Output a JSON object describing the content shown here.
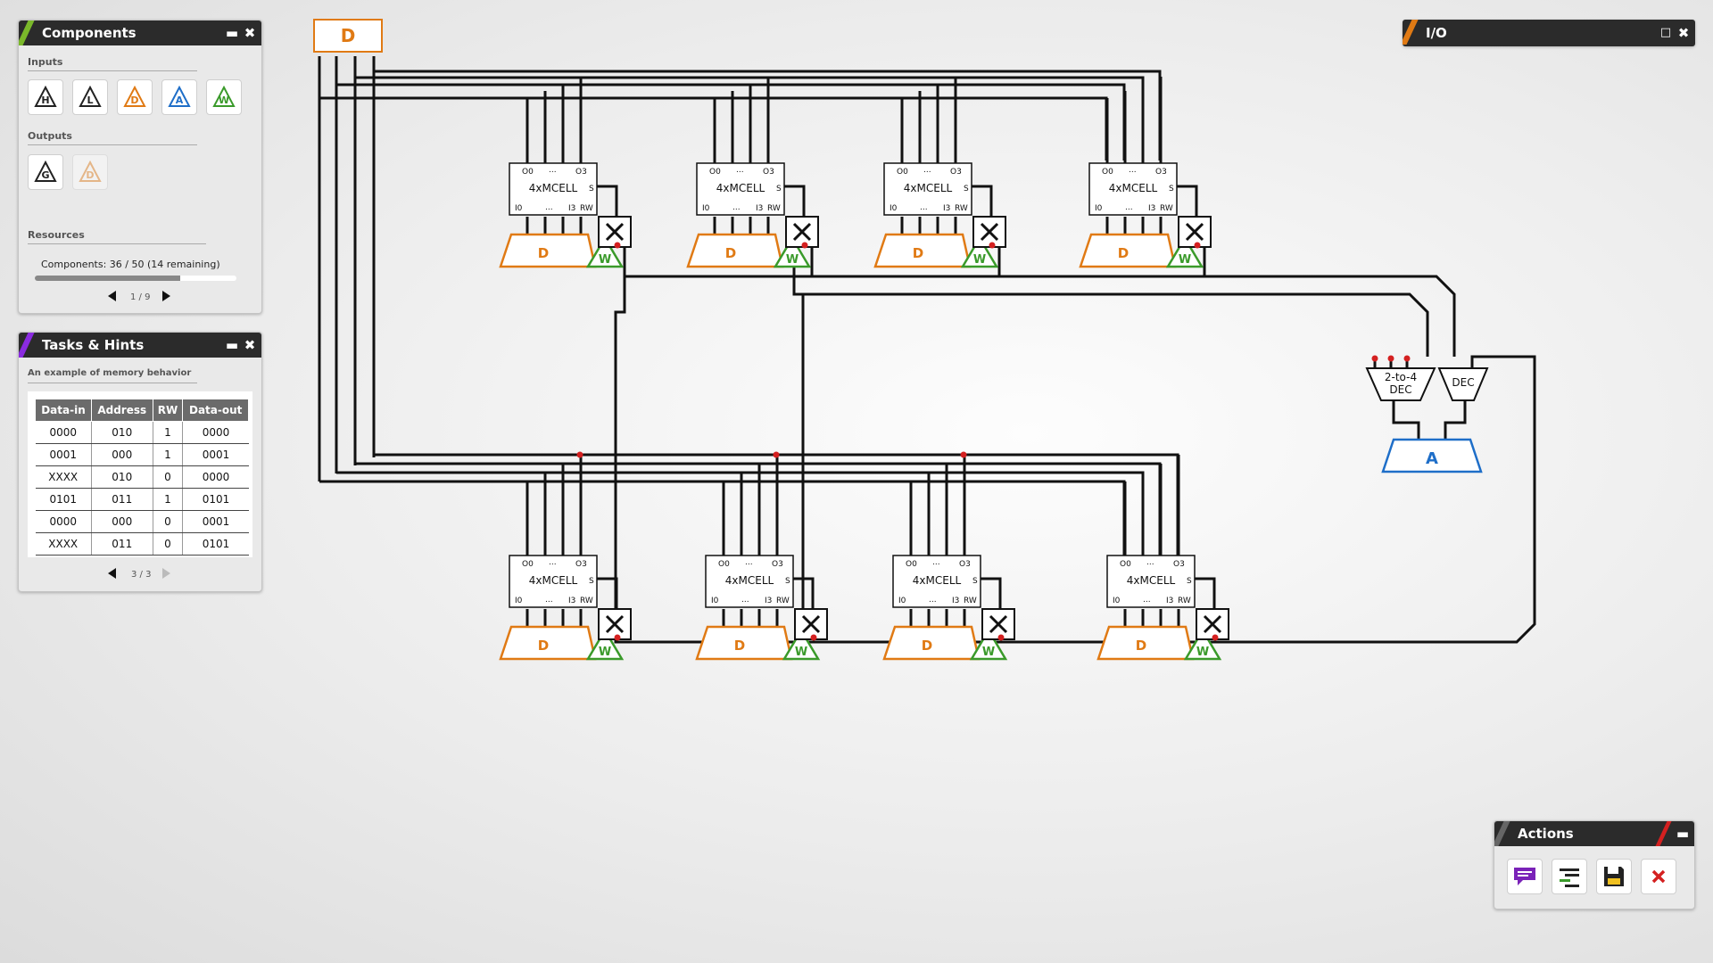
{
  "components_panel": {
    "title": "Components",
    "inputs_label": "Inputs",
    "outputs_label": "Outputs",
    "input_items": [
      {
        "glyph": "H",
        "color": "#222222"
      },
      {
        "glyph": "L",
        "color": "#222222"
      },
      {
        "glyph": "D",
        "color": "#e07a14"
      },
      {
        "glyph": "A",
        "color": "#1e6ec8"
      },
      {
        "glyph": "W",
        "color": "#3a9a2a"
      }
    ],
    "output_items": [
      {
        "glyph": "G",
        "color": "#222222"
      },
      {
        "glyph": "D",
        "color": "#e07a14"
      }
    ],
    "resources_label": "Resources",
    "resources_text": "Components: 36 / 50 (14 remaining)",
    "resources_fraction": 0.72,
    "page": "1 / 9"
  },
  "tasks_panel": {
    "title": "Tasks & Hints",
    "subtitle": "An example of memory behavior",
    "columns": [
      "Data-in",
      "Address",
      "RW",
      "Data-out"
    ],
    "rows": [
      [
        "0000",
        "010",
        "1",
        "0000"
      ],
      [
        "0001",
        "000",
        "1",
        "0001"
      ],
      [
        "XXXX",
        "010",
        "0",
        "0000"
      ],
      [
        "0101",
        "011",
        "1",
        "0101"
      ],
      [
        "0000",
        "000",
        "0",
        "0001"
      ],
      [
        "XXXX",
        "011",
        "0",
        "0101"
      ]
    ],
    "page": "3 / 3"
  },
  "io_panel": {
    "title": "I/O"
  },
  "actions_panel": {
    "title": "Actions",
    "buttons": [
      "chat-icon",
      "align-icon",
      "save-icon",
      "delete-icon"
    ]
  },
  "circuit": {
    "top_input_label": "D",
    "cell_label": "4xMCELL",
    "decoder_label": "2-to-4",
    "decoder_label2": "DEC",
    "dec2_label": "DEC",
    "address_label": "A",
    "data_label": "D",
    "write_label": "W",
    "pin_o0": "O0",
    "pin_dots": "...",
    "pin_o3": "O3",
    "pin_i0": "I0",
    "pin_i3": "I3",
    "pin_s": "S",
    "pin_rw": "RW"
  },
  "colors": {
    "orange": "#e07a14",
    "green": "#3a9a2a",
    "blue": "#1e6ec8",
    "wire": "#111111",
    "red": "#d42020"
  }
}
